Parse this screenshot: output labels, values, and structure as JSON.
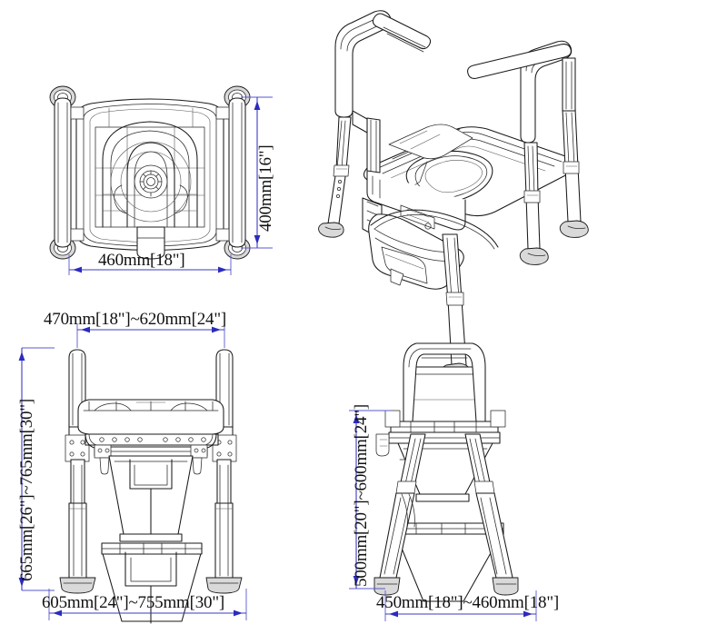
{
  "document": {
    "type": "technical-drawing",
    "subject": "adjustable commode chair",
    "background_color": "#ffffff",
    "line_color": "#1a1a1a",
    "dimension_color": "#2b2bbe",
    "text_color": "#111111"
  },
  "views": {
    "top_left": {
      "name": "top-view",
      "dimensions": {
        "width_label": "460mm[18\"]",
        "height_label": "400mm[16\"]"
      }
    },
    "top_right": {
      "name": "isometric-view",
      "dimensions": {}
    },
    "bottom_left": {
      "name": "front-view",
      "dimensions": {
        "top_width_label": "470mm[18\"]~620mm[24\"]",
        "bottom_width_label": "605mm[24\"]~755mm[30\"]",
        "height_label": "665mm[26\"]~765mm[30\"]"
      }
    },
    "bottom_right": {
      "name": "side-view",
      "dimensions": {
        "bottom_width_label": "450mm[18\"]~460mm[18\"]",
        "height_label": "500mm[20\"]~600mm[24\"]"
      }
    }
  }
}
